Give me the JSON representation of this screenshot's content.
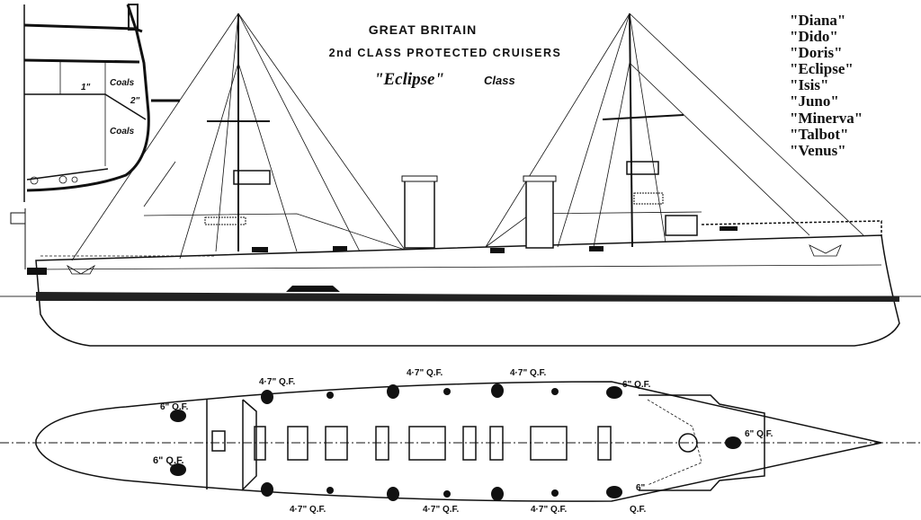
{
  "title": {
    "line1": "GREAT BRITAIN",
    "line2": "2nd CLASS PROTECTED CRUISERS",
    "line3_name": "\"Eclipse\"",
    "line3_class": "Class"
  },
  "ship_names": [
    "\"Diana\"",
    "\"Dido\"",
    "\"Doris\"",
    "\"Eclipse\"",
    "\"Isis\"",
    "\"Juno\"",
    "\"Minerva\"",
    "\"Talbot\"",
    "\"Venus\""
  ],
  "section_inset": {
    "labels": [
      "1\"",
      "Coals",
      "2\"",
      "Coals"
    ]
  },
  "plan_labels": {
    "top": [
      "4·7\" Q.F.",
      "4·7\" Q.F.",
      "4·7\" Q.F.",
      "6\" Q.F."
    ],
    "bottom": [
      "4·7\" Q.F.",
      "4·7\" Q.F.",
      "4·7\" Q.F.",
      "6\"",
      "Q.F."
    ],
    "stern": [
      "6\" Q.F.",
      "6\" Q.F."
    ],
    "bow": "6\" Q.F."
  }
}
